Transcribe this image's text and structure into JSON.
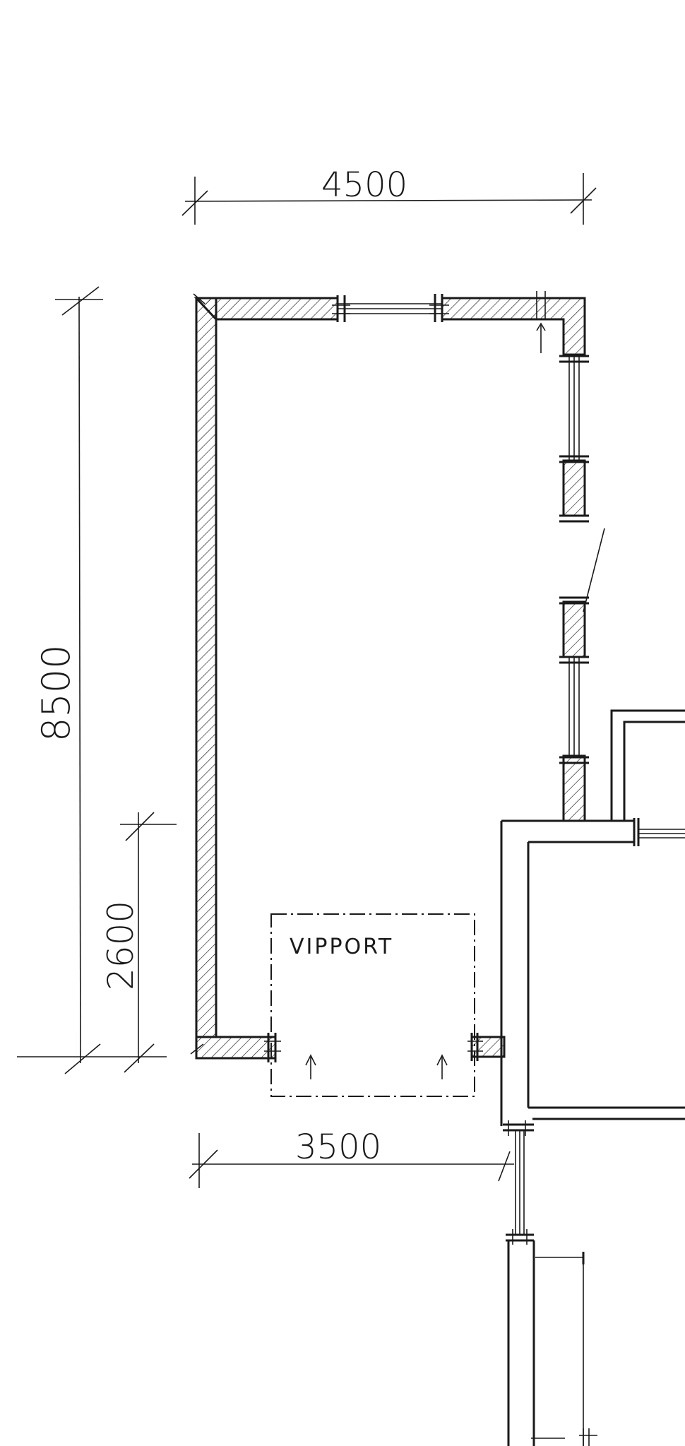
{
  "dimensions": {
    "top_width": "4500",
    "left_height": "8500",
    "left_lower_height": "2600",
    "bottom_width": "3500"
  },
  "labels": {
    "door": "VIPPORT"
  },
  "colors": {
    "ink": "#1a1a1a",
    "paper": "#ffffff"
  }
}
